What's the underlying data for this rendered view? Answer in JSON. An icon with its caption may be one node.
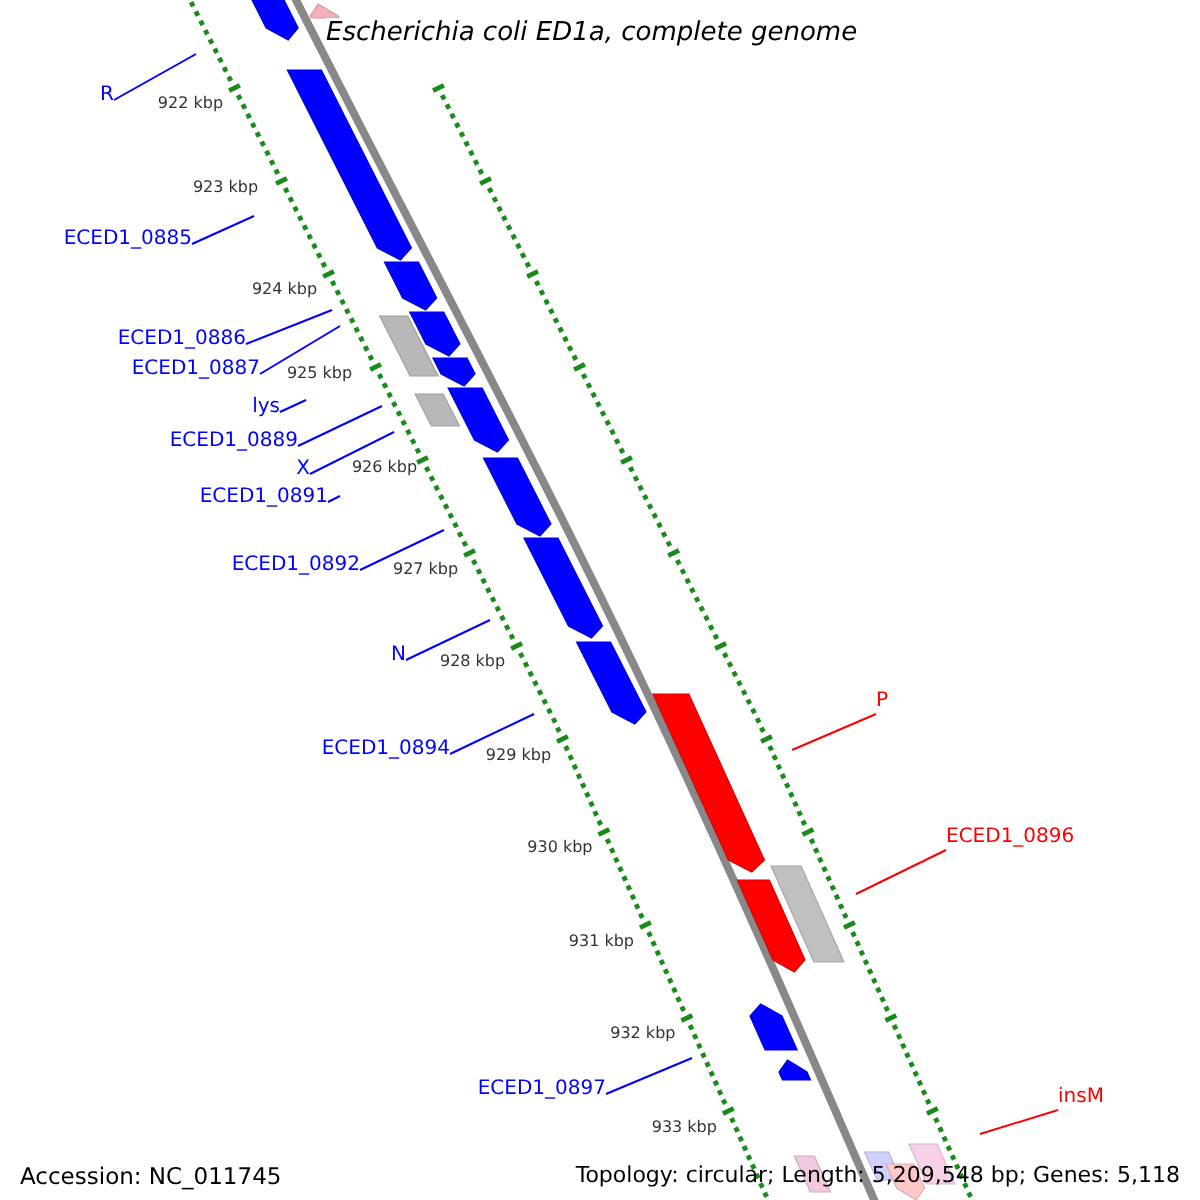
{
  "diagram": {
    "title": "Escherichia coli ED1a, complete genome",
    "nodes": [
      {
        "text": [
          "R"
        ]
      },
      {
        "text": [
          "ECED1_0885"
        ]
      },
      {
        "text": [
          "ECED1_0886"
        ]
      },
      {
        "text": [
          "ECED1_0887"
        ]
      },
      {
        "text": [
          "lys"
        ]
      },
      {
        "text": [
          "ECED1_0889"
        ]
      },
      {
        "text": [
          "X"
        ]
      },
      {
        "text": [
          "ECED1_0891"
        ]
      },
      {
        "text": [
          "ECED1_0892"
        ]
      },
      {
        "text": [
          "N"
        ]
      },
      {
        "text": [
          "ECED1_0894"
        ]
      },
      {
        "text": [
          "ECED1_0897"
        ]
      },
      {
        "text": [
          "P"
        ]
      },
      {
        "text": [
          "ECED1_0896"
        ]
      },
      {
        "text": [
          "insM"
        ]
      }
    ],
    "edges": [
      {
        "from": 0,
        "to": null,
        "arrow": "none"
      },
      {
        "from": 1,
        "to": null,
        "arrow": "none"
      },
      {
        "from": 2,
        "to": null,
        "arrow": "none"
      },
      {
        "from": 3,
        "to": null,
        "arrow": "none"
      },
      {
        "from": 4,
        "to": null,
        "arrow": "none"
      },
      {
        "from": 5,
        "to": null,
        "arrow": "none"
      },
      {
        "from": 6,
        "to": null,
        "arrow": "none"
      },
      {
        "from": 7,
        "to": null,
        "arrow": "none"
      },
      {
        "from": 8,
        "to": null,
        "arrow": "none"
      },
      {
        "from": 9,
        "to": null,
        "arrow": "none"
      },
      {
        "from": 10,
        "to": null,
        "arrow": "none"
      },
      {
        "from": 11,
        "to": null,
        "arrow": "none"
      },
      {
        "from": 12,
        "to": null,
        "arrow": "none",
        "color": "#ff0000"
      },
      {
        "from": 13,
        "to": null,
        "arrow": "none",
        "color": "#ff0000"
      },
      {
        "from": 14,
        "to": null,
        "arrow": "none",
        "color": "#ff0000"
      }
    ],
    "labels": [
      "922 kbp",
      "923 kbp",
      "924 kbp",
      "925 kbp",
      "926 kbp",
      "927 kbp",
      "928 kbp",
      "929 kbp",
      "930 kbp",
      "931 kbp",
      "932 kbp",
      "933 kbp",
      "Accession: NC_011745",
      "Topology: circular; Length: 5,209,548 bp; Genes: 5,118"
    ]
  }
}
